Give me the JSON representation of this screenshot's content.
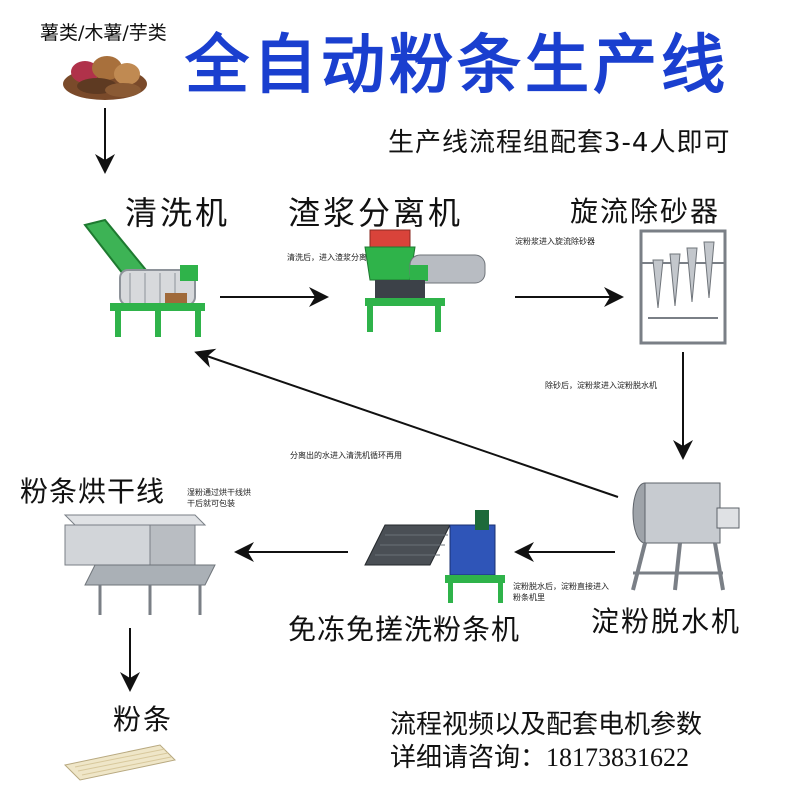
{
  "title": "全自动粉条生产线",
  "raw_material_label": "薯类/木薯/芋类",
  "subtitle": "生产线流程组配套3-4人即可",
  "stages": {
    "washer": "清洗机",
    "separator": "渣浆分离机",
    "cyclone": "旋流除砂器",
    "dehydrator": "淀粉脱水机",
    "noodle_machine": "免冻免搓洗粉条机",
    "dryer": "粉条烘干线",
    "product": "粉条"
  },
  "notes": {
    "washer_to_separator": "清洗后，进入渣浆分离机",
    "separator_to_cyclone": "淀粉浆进入旋流除砂器",
    "cyclone_to_dehydrator": "除砂后，淀粉浆进入淀粉脱水机",
    "water_recycle": "分离出的水进入清洗机循环再用",
    "dehydrator_to_noodle_1": "淀粉脱水后，淀粉直接进入",
    "dehydrator_to_noodle_2": "粉条机里",
    "dryer_1": "湿粉通过烘干线烘",
    "dryer_2": "干后就可包装"
  },
  "footer": {
    "line1": "流程视频以及配套电机参数",
    "line2_prefix": "详细请咨询：",
    "phone": "18173831622"
  },
  "colors": {
    "title": "#1a3fcf",
    "machine_green": "#2fb34a",
    "steel": "#b8bcc2",
    "arrow": "#111111"
  }
}
